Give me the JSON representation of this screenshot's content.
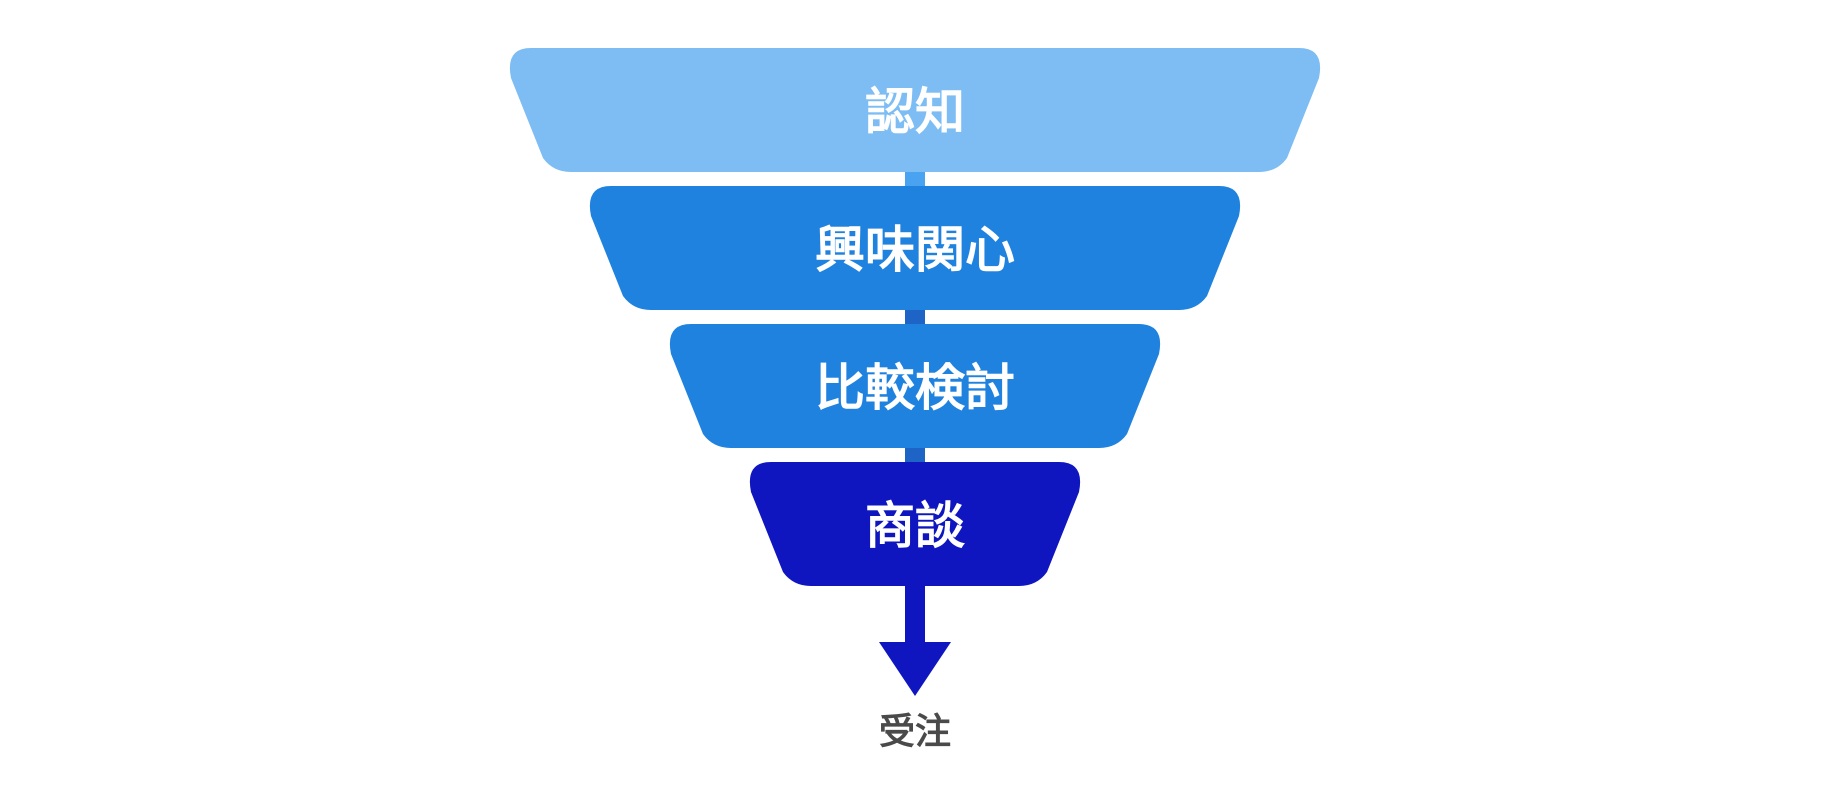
{
  "funnel": {
    "colors": {
      "connector": "#1e63c6",
      "connector_top": "#4aa3f0",
      "arrow": "#0f16c0",
      "outcome_text": "#4a4a4a",
      "stage_text": "#ffffff"
    },
    "stages": [
      {
        "label": "認知",
        "color": "#7dbdf4"
      },
      {
        "label": "興味関心",
        "color": "#1f82de"
      },
      {
        "label": "比較検討",
        "color": "#1f82de"
      },
      {
        "label": "商談",
        "color": "#0f16c0"
      }
    ],
    "outcome": {
      "label": "受注"
    }
  }
}
